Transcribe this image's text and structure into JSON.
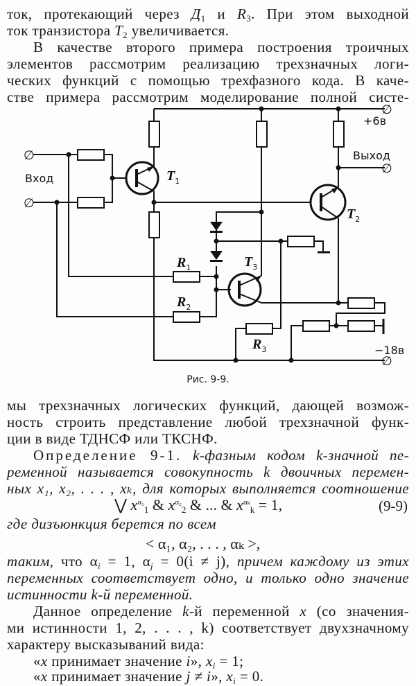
{
  "page": {
    "top_paragraph": {
      "line1_a": "ток, протекающий  через ",
      "line1_d": "Д",
      "line1_d_sub": "1",
      "line1_b": " и ",
      "line1_r": "R",
      "line1_r_sub": "3",
      "line1_c": ". При этом выходной",
      "line2_a": "ток транзистора ",
      "line2_t": "T",
      "line2_t_sub": "2",
      "line2_b": " увеличивается."
    },
    "second_paragraph": [
      "В качестве второго  примера построения троичных",
      "элементов рассмотрим реализацию трехзначных логи-",
      "ческих функций с помощью трехфазного кода. В каче-",
      "стве примера рассмотрим моделирование полной систе-"
    ],
    "figure": {
      "caption": "Рис. 9-9.",
      "labels": {
        "input": "Вход",
        "output": "Выход",
        "plus_supply": "+6в",
        "minus_supply": "−18в",
        "t1": "T",
        "t1_sub": "1",
        "t2": "T",
        "t2_sub": "2",
        "t3": "T",
        "t3_sub": "3",
        "r1": "R",
        "r1_sub": "1",
        "r2": "R",
        "r2_sub": "2",
        "r3": "R",
        "r3_sub": "3",
        "terminal_symbol": "∅"
      }
    },
    "continuation": [
      "мы трехзначных логических функций, дающей возмож-",
      "ность строить представление любой трехзначной функ-",
      "ции в виде ТДНСФ или ТКСНФ."
    ],
    "definition": {
      "label": "Определение 9-1.",
      "line1_rest": " k-фазным кодом k-значной пе-",
      "line2": "ременной называется совокупность k двоичных перемен-",
      "line3": "ных x₁, x₂, . . . , xₖ, для которых выполняется соотношение",
      "equation": {
        "disj": "⋁",
        "x": "x",
        "sub1": "1",
        "sup1": "α₁",
        "sub2": "2",
        "sup2": "α₂",
        "subk": "k",
        "supk": "αₖ",
        "amp": "&",
        "dots": "...",
        "rhs": "= 1,",
        "number": "(9-9)"
      },
      "line4": "где дизъюнкция берется по всем",
      "tuple": "< α₁, α₂, . . . , αₖ >,",
      "line5_a": "таким,",
      "line5_b": " что α",
      "line5_c": " = 1, α",
      "line5_d": " = 0(i ≠ j), ",
      "line5_e": "причем каждому из этих",
      "line5_sub_i": "i",
      "line5_sub_j": "j",
      "line6": "переменных соответствует одно, и только одно значение",
      "line7": "истинности k-й переменной."
    },
    "final_paragraph": {
      "line1_a": "Данное определение ",
      "line1_k": "k",
      "line1_b": "-й переменной ",
      "line1_x": "x",
      "line1_c": " (со значения-",
      "line2": "ми истинности 1, 2, . . . , k) соответствует двухзначному",
      "line3": "характеру высказываний вида:",
      "quote1_a": "«",
      "quote1_x": "x",
      "quote1_b": " принимает значение ",
      "quote1_i": "i",
      "quote1_c": "», ",
      "quote1_xi": "x",
      "quote1_sub": "i",
      "quote1_val": " = 1;",
      "quote2_b": " принимает значение ",
      "quote2_j": "j ≠ i",
      "quote2_c": "», ",
      "quote2_val": " = 0."
    }
  }
}
